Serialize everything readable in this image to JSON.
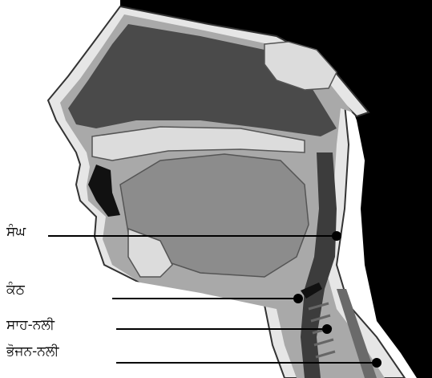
{
  "labels": {
    "throat": "ਸੰਘ",
    "larynx": "ਕੰਠ",
    "trachea": "ਸਾਹ-ਨਲੀ",
    "esophagus": "ਭੋਜਨ-ਨਲੀ"
  },
  "colors": {
    "background": "#000000",
    "head_outline": "#e6e6e6",
    "skin": "#a9a9a9",
    "cavity": "#4a4a4a",
    "bone": "#dcdcdc",
    "leader_line": "#000000"
  }
}
